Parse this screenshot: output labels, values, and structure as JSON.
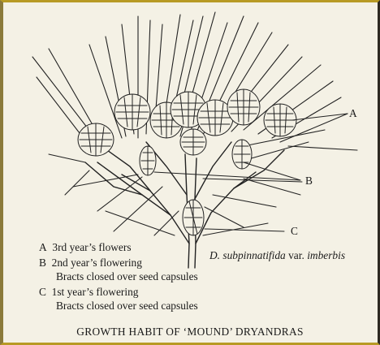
{
  "labels": {
    "a": "A",
    "b": "B",
    "c": "C"
  },
  "species": {
    "genus": "D. subpinnatifida",
    "var": "var.",
    "name": "imberbis"
  },
  "legend": [
    {
      "key": "A",
      "line1": "3rd year’s flowers",
      "line2": ""
    },
    {
      "key": "B",
      "line1": "2nd year’s flowering",
      "line2": "Bracts closed over seed capsules"
    },
    {
      "key": "C",
      "line1": "1st year’s flowering",
      "line2": "Bracts closed over seed capsules"
    }
  ],
  "caption": "GROWTH HABIT OF ‘MOUND’ DRYANDRAS"
}
